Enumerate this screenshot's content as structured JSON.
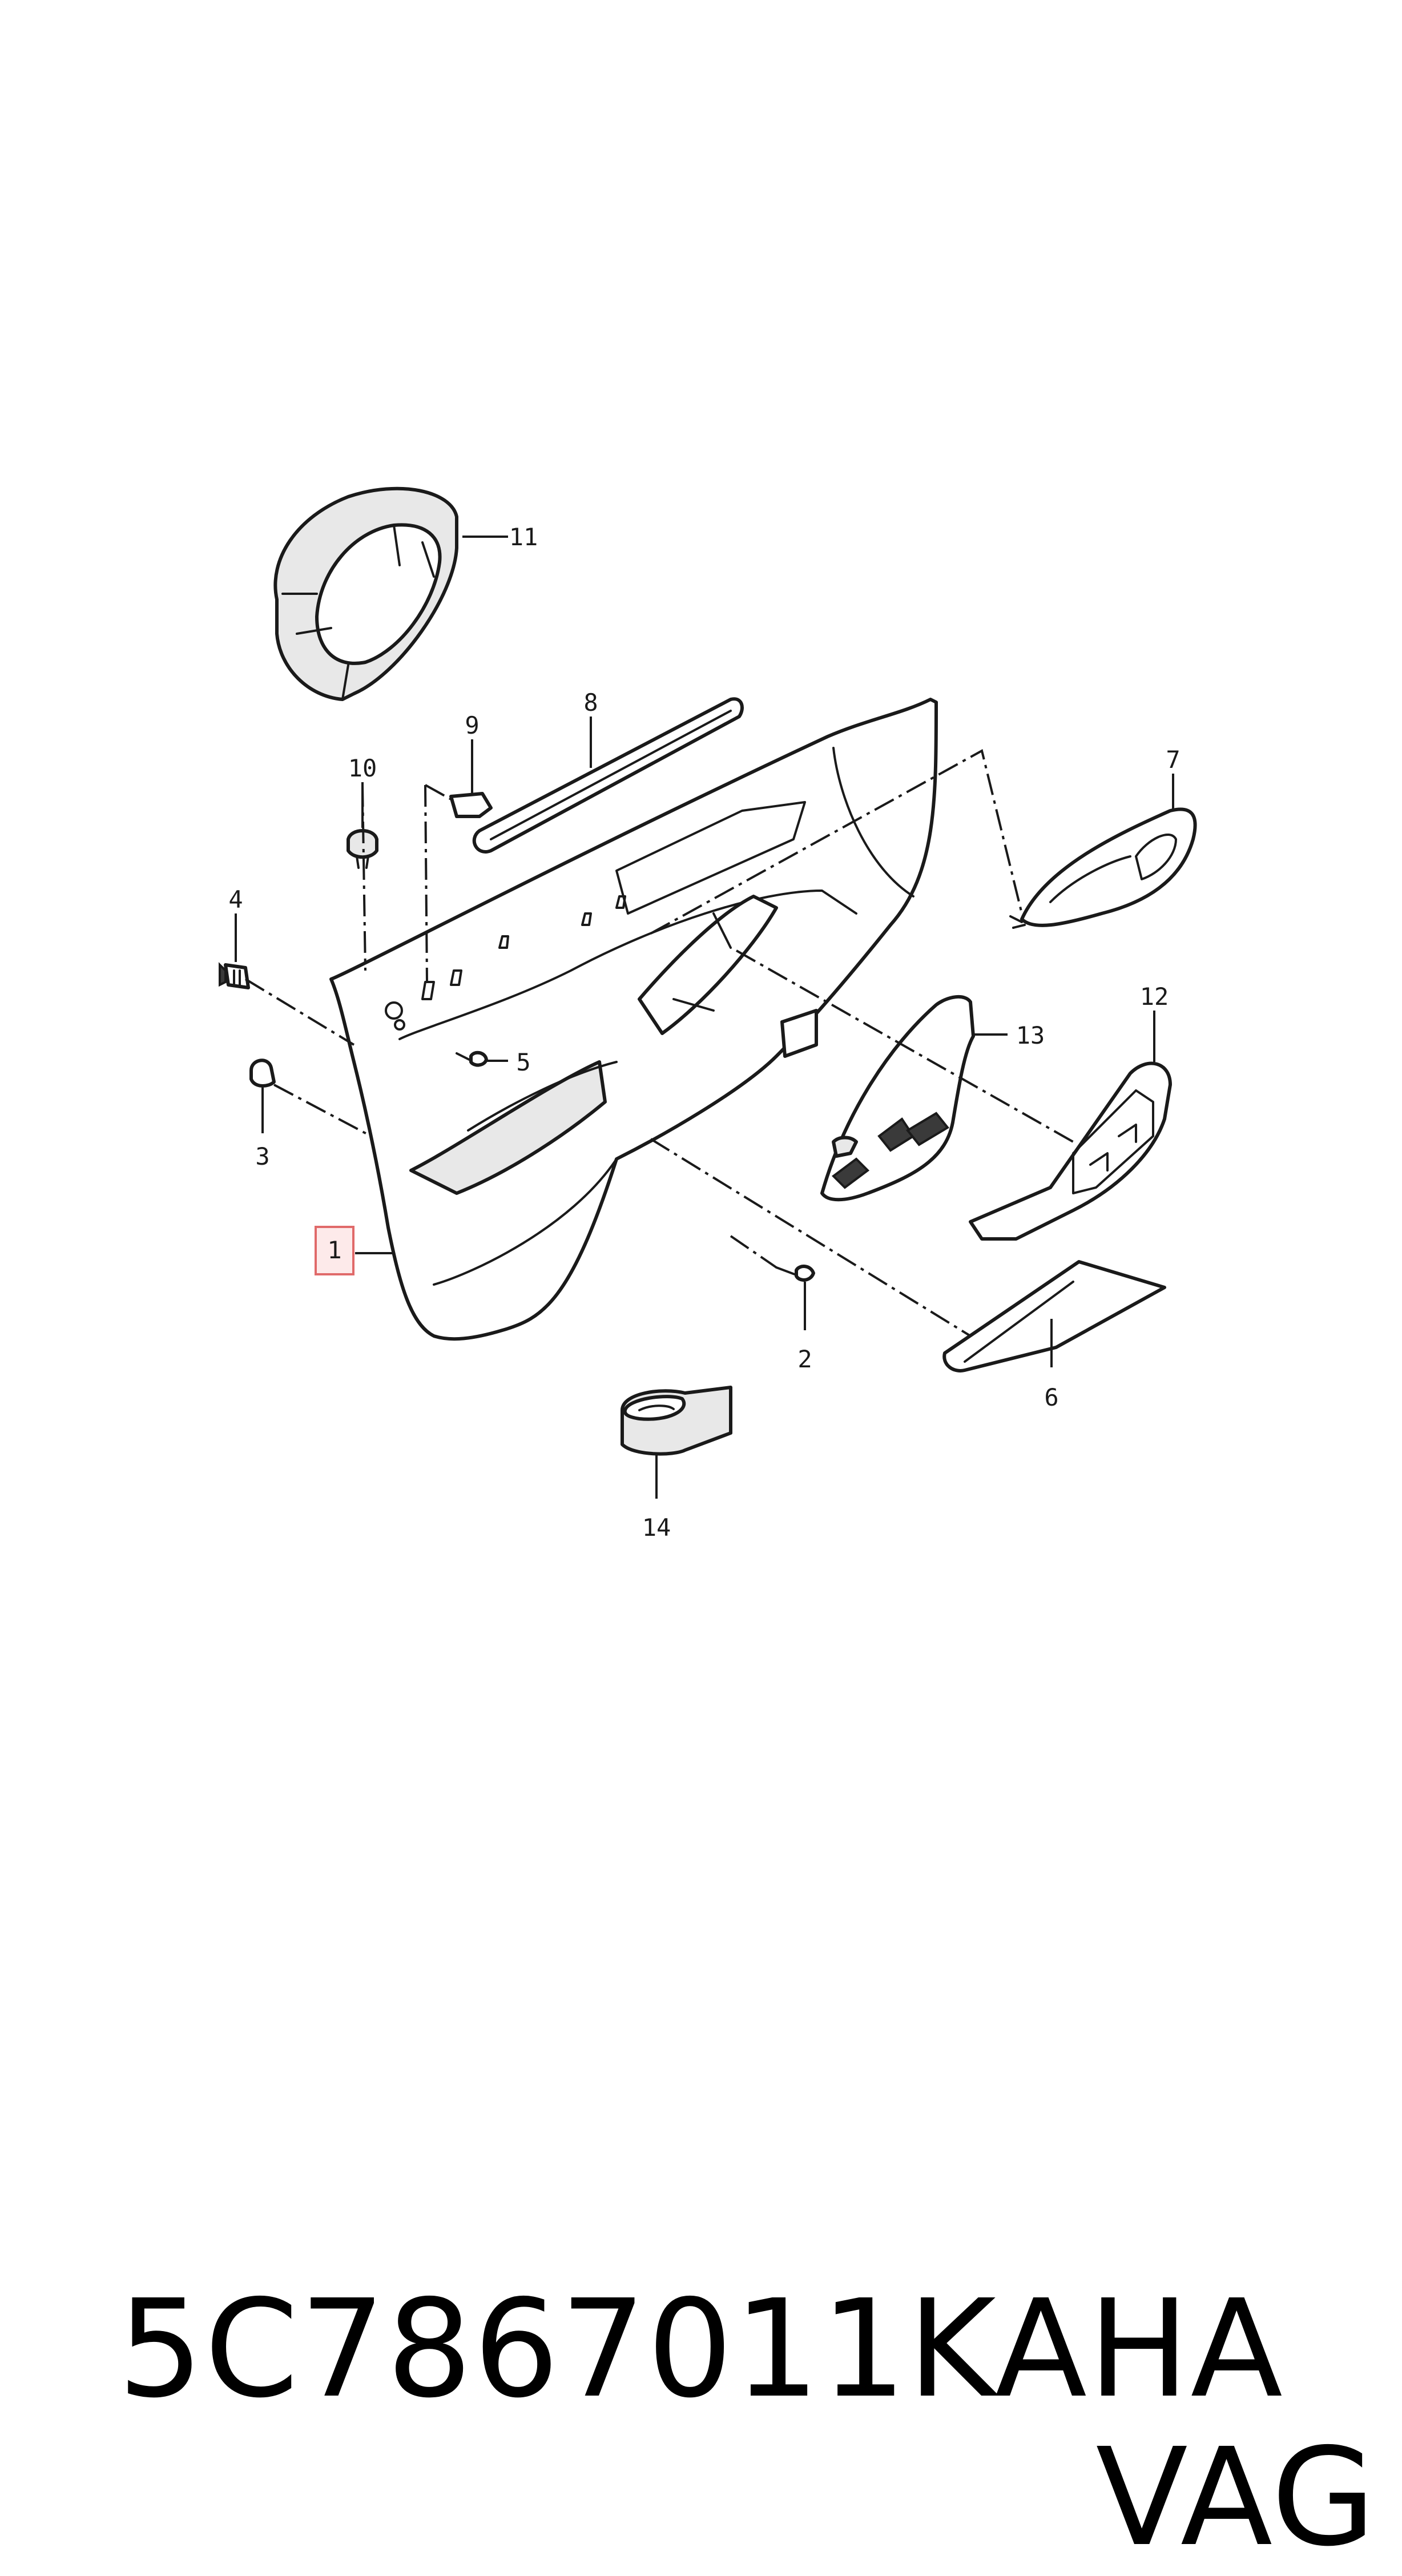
{
  "callouts": {
    "c1": "1",
    "c2": "2",
    "c3": "3",
    "c4": "4",
    "c5": "5",
    "c6": "6",
    "c7": "7",
    "c8": "8",
    "c9": "9",
    "c10": "10",
    "c11": "11",
    "c12": "12",
    "c13": "13",
    "c14": "14"
  },
  "highlighted_callout": "1",
  "colors": {
    "line": "#1a1a1a",
    "highlight_fill": "#fdeaea",
    "highlight_stroke": "#e06a6a",
    "caption": "#000000"
  },
  "caption": {
    "part_number": "5C7867011KAHA",
    "brand": "VAG"
  }
}
